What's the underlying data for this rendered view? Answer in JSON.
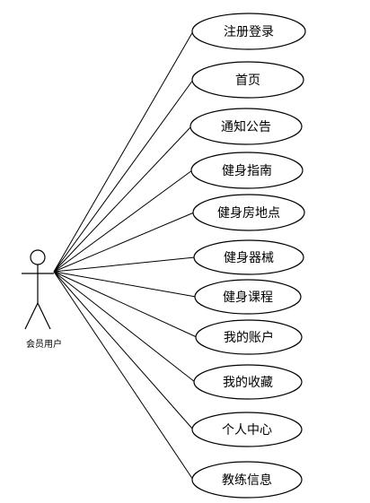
{
  "actor": {
    "label": "会员用户"
  },
  "use_cases": [
    {
      "label": "注册登录"
    },
    {
      "label": "首页"
    },
    {
      "label": "通知公告"
    },
    {
      "label": "健身指南"
    },
    {
      "label": "健身房地点"
    },
    {
      "label": "健身器械"
    },
    {
      "label": "健身课程"
    },
    {
      "label": "我的账户"
    },
    {
      "label": "我的收藏"
    },
    {
      "label": "个人中心"
    },
    {
      "label": "教练信息"
    }
  ]
}
